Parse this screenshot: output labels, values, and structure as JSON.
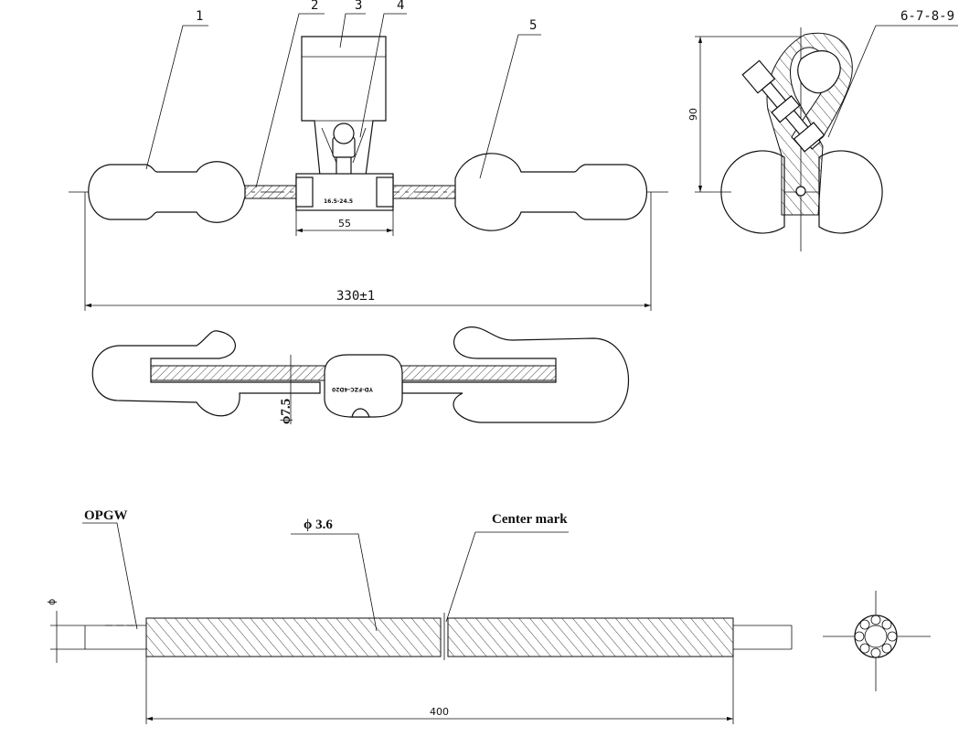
{
  "callouts": {
    "c1": "1",
    "c2": "2",
    "c3": "3",
    "c4": "4",
    "c5": "5",
    "c6789": "6-7-8-9"
  },
  "dimensions": {
    "clamp_width": "55",
    "overall_length": "330±1",
    "height": "90",
    "wire_diameter": "ϕ7.5",
    "rod_length": "400",
    "opgw_diameter": "ϕ"
  },
  "markings": {
    "clamp_range": "16.5-24.5",
    "model": "YD-FZC-4D20"
  },
  "labels": {
    "opgw": "OPGW",
    "rod_diameter": "ϕ 3.6",
    "center_mark": "Center mark"
  }
}
